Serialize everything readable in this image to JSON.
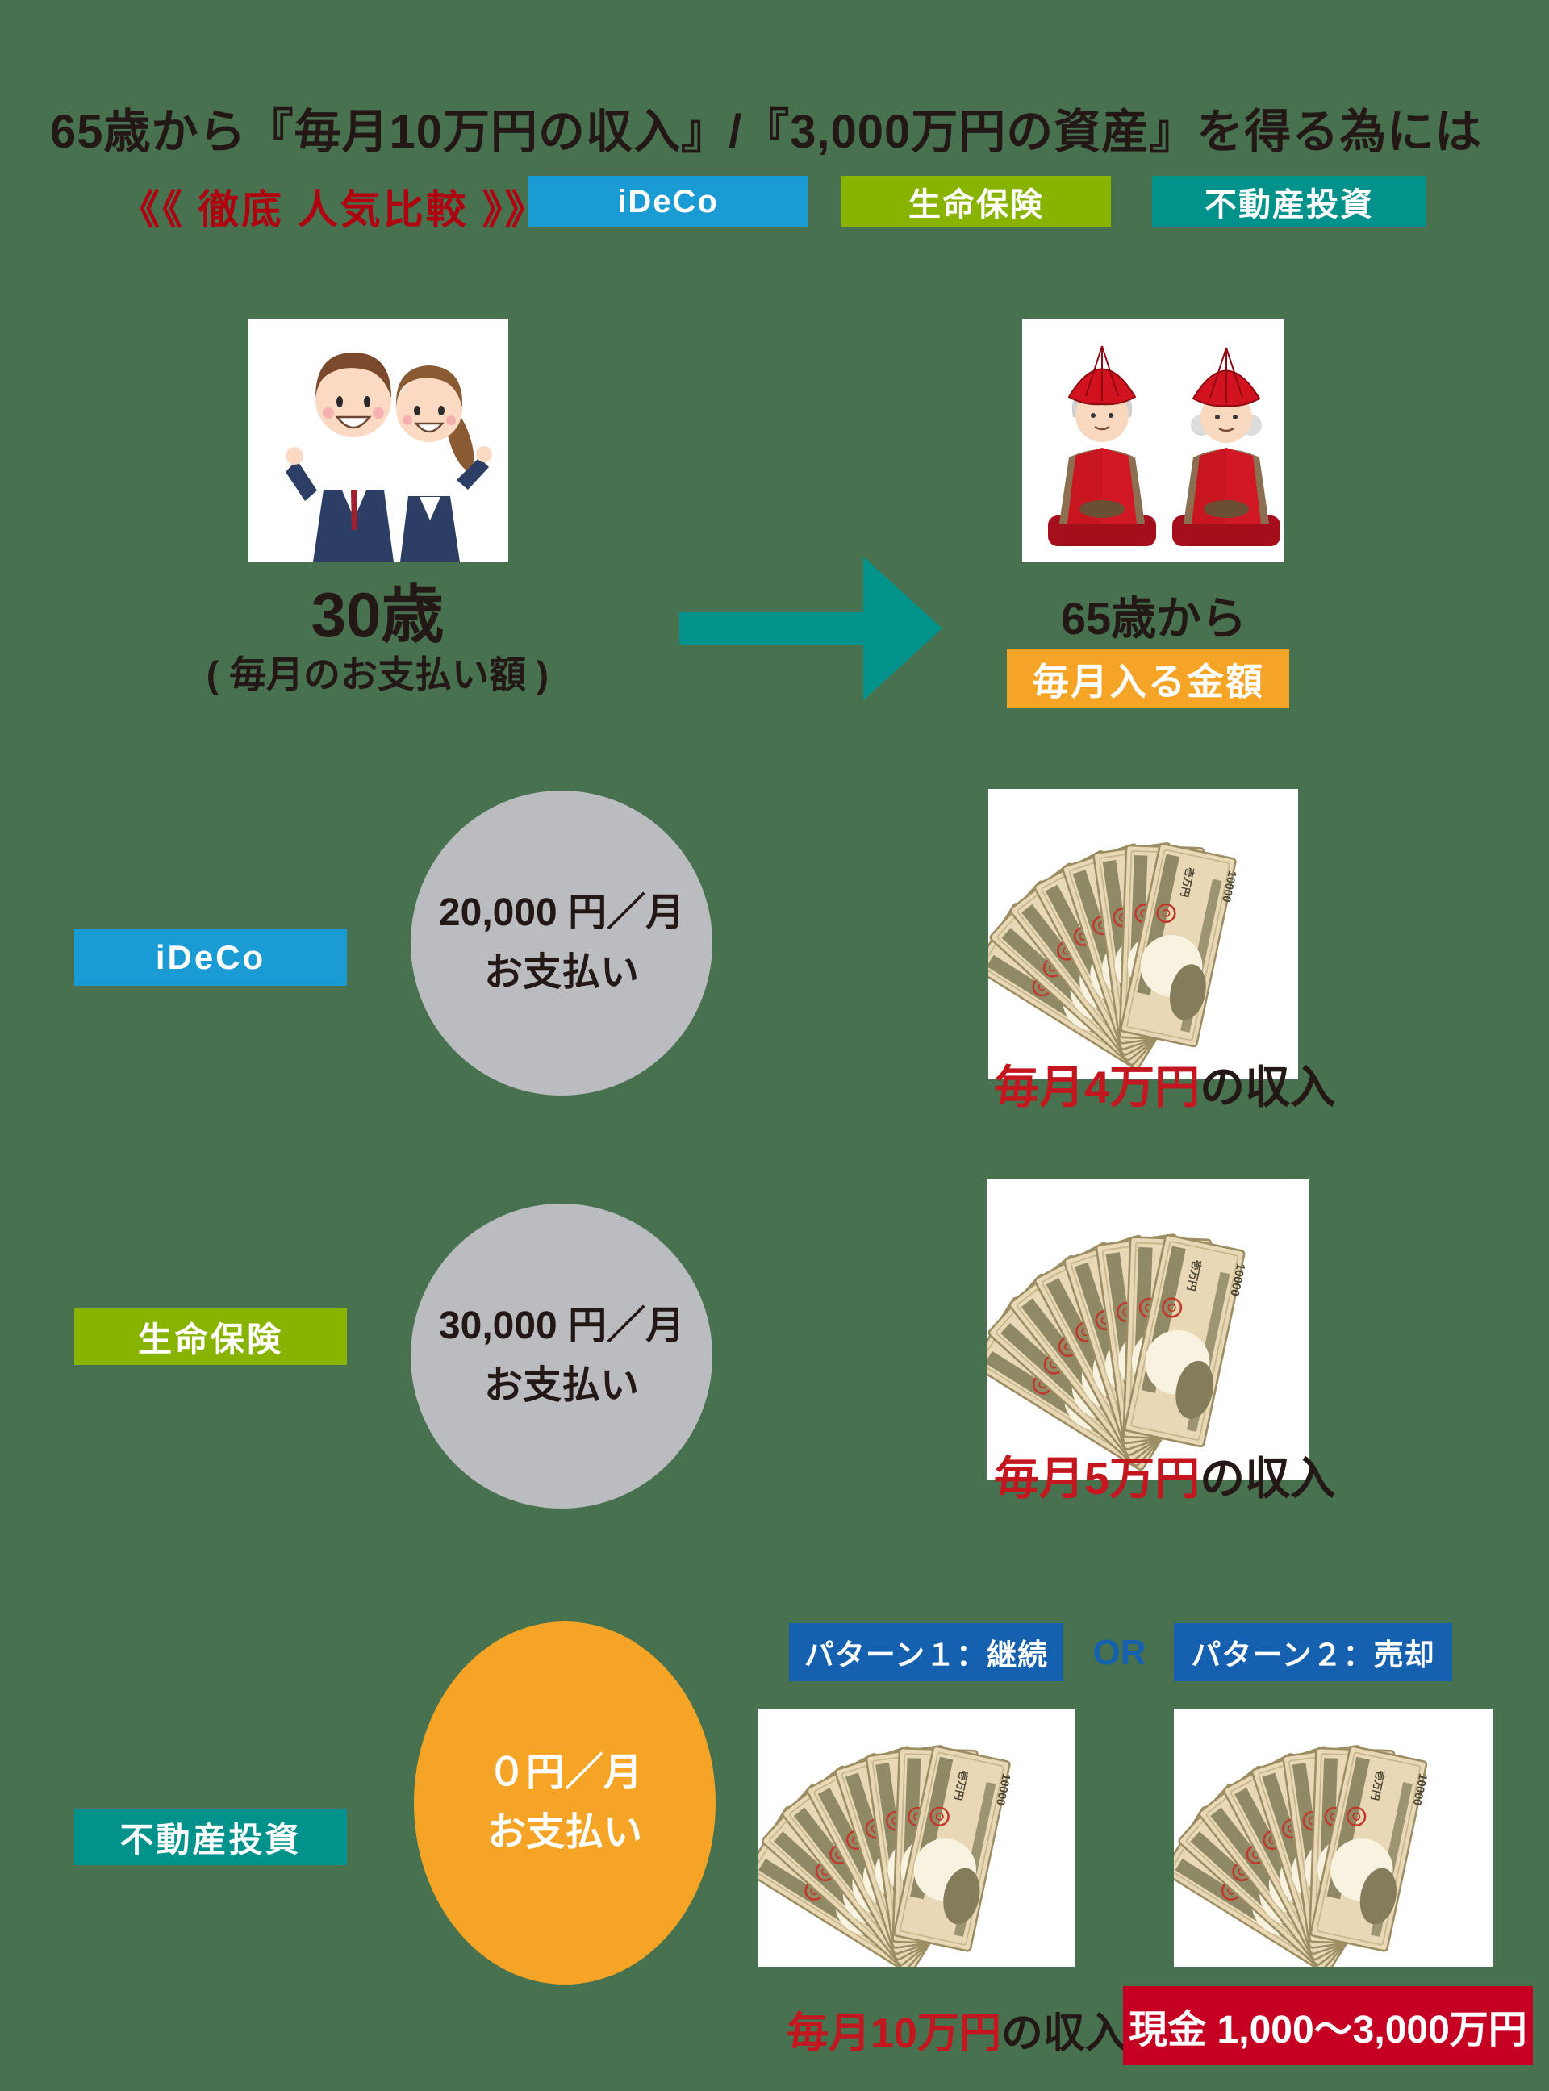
{
  "header": {
    "title": "65歳から『毎月10万円の収入』/『3,000万円の資産』を得る為には",
    "compare_label": "《《 徹底 人気比較 》》",
    "tags": [
      {
        "label": "iDeCo",
        "color": "#1B9BD4"
      },
      {
        "label": "生命保険",
        "color": "#89B301"
      },
      {
        "label": "不動産投資",
        "color": "#00928B"
      }
    ]
  },
  "timeline": {
    "start_age": "30歳",
    "start_note": "( 毎月のお支払い額 )",
    "end_age": "65歳から",
    "end_badge": "毎月入る金額"
  },
  "rows": [
    {
      "label": "iDeCo",
      "label_color": "#1B9BD4",
      "payment_line1": "20,000 円／月",
      "payment_line2": "お支払い",
      "income_highlight": "毎月4万円",
      "income_rest": "の収入"
    },
    {
      "label": "生命保険",
      "label_color": "#89B301",
      "payment_line1": "30,000 円／月",
      "payment_line2": "お支払い",
      "income_highlight": "毎月5万円",
      "income_rest": "の収入"
    },
    {
      "label": "不動産投資",
      "label_color": "#00928B",
      "payment_line1": "０円／月",
      "payment_line2": "お支払い",
      "pattern1": "パターン１：継続",
      "or_label": "OR",
      "pattern2": "パターン２：売却",
      "income_highlight": "毎月10万円",
      "income_rest": "の収入",
      "cash_badge": "現金 1,000〜3,000万円"
    }
  ],
  "icons": {
    "arrow_right": "arrow-right-icon",
    "young_couple": "young-couple-illustration",
    "elderly_couple": "elderly-couple-illustration",
    "money_fan": "money-fan-illustration"
  },
  "colors": {
    "background": "#47714F",
    "accent_blue": "#1B9BD4",
    "accent_green": "#89B301",
    "accent_teal": "#00928B",
    "accent_orange": "#F5A426",
    "pattern_blue": "#1660B0",
    "cash_red": "#C50023",
    "highlight_red": "#C4161E",
    "compare_red": "#B00010",
    "circle_gray": "#BABCC0",
    "text_black": "#231815"
  }
}
